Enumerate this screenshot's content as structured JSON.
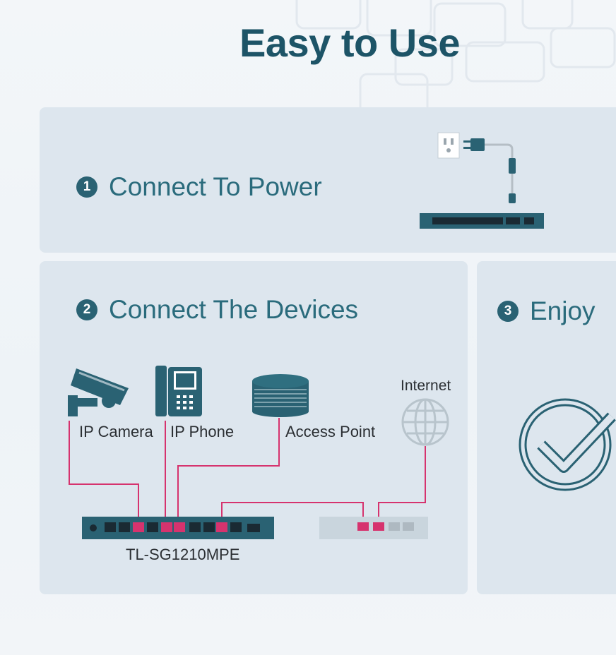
{
  "title": "Easy to Use",
  "steps": [
    {
      "number": "1",
      "label": "Connect To Power"
    },
    {
      "number": "2",
      "label": "Connect The Devices"
    },
    {
      "number": "3",
      "label": "Enjoy"
    }
  ],
  "devices": {
    "camera": "IP Camera",
    "phone": "IP Phone",
    "access_point": "Access Point",
    "internet": "Internet",
    "switch_model": "TL-SG1210MPE"
  },
  "colors": {
    "title": "#1d5467",
    "step_label": "#2a6b7c",
    "panel": "#dde6ee",
    "cable": "#d6336e",
    "switch_body": "#2a6273"
  }
}
